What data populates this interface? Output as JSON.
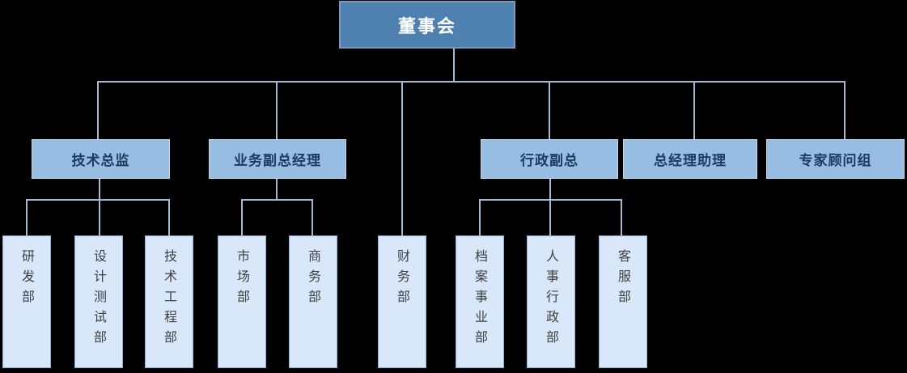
{
  "org": {
    "root": {
      "label": "董事会"
    },
    "managers": [
      {
        "label": "技术总监",
        "parent": "董事会"
      },
      {
        "label": "业务副总经理",
        "parent": "董事会"
      },
      {
        "label": "行政副总",
        "parent": "董事会"
      },
      {
        "label": "总经理助理",
        "parent": "董事会"
      },
      {
        "label": "专家顾问组",
        "parent": "董事会"
      }
    ],
    "departments": [
      {
        "label": "研发部",
        "parent": "技术总监"
      },
      {
        "label": "设计测试部",
        "parent": "技术总监"
      },
      {
        "label": "技术工程部",
        "parent": "技术总监"
      },
      {
        "label": "市场部",
        "parent": "业务副总经理"
      },
      {
        "label": "商务部",
        "parent": "业务副总经理"
      },
      {
        "label": "财务部",
        "parent": "董事会"
      },
      {
        "label": "档案事业部",
        "parent": "行政副总"
      },
      {
        "label": "人事行政部",
        "parent": "行政副总"
      },
      {
        "label": "客服部",
        "parent": "行政副总"
      }
    ]
  },
  "colors": {
    "background": "#000000",
    "connector": "#a3bbd2",
    "root_fill": "#4e81af",
    "root_border": "#7a9cbc",
    "root_text": "#ffffff",
    "manager_fill": "#98bde2",
    "manager_border": "#c2d6ec",
    "manager_text": "#1e3a5f",
    "department_fill": "#d9e7fa",
    "department_border": "#8fafd4",
    "department_text": "#404040"
  }
}
